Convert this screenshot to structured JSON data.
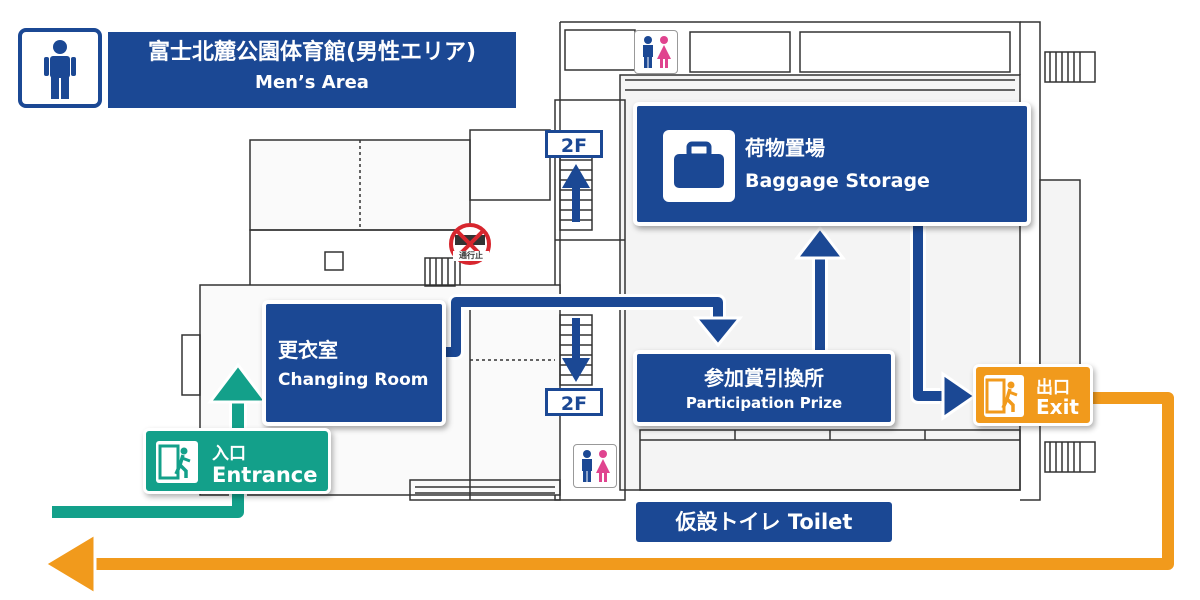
{
  "header": {
    "title_ja": "富士北麓公園体育館(男性エリア)",
    "title_en": "Men’s Area",
    "icon": "man-icon"
  },
  "areas": {
    "baggage": {
      "ja": "荷物置場",
      "en": "Baggage Storage",
      "icon": "suitcase-icon"
    },
    "changing": {
      "ja": "更衣室",
      "en": "Changing Room"
    },
    "prize": {
      "ja": "参加賞引換所",
      "en": "Participation Prize"
    },
    "entrance": {
      "ja": "入口",
      "en": "Entrance",
      "icon": "door-enter-icon"
    },
    "exit": {
      "ja": "出口",
      "en": "Exit",
      "icon": "door-exit-icon"
    },
    "toilet": {
      "text": "仮設トイレ Toilet"
    }
  },
  "floor_tags": {
    "upper": "2F",
    "lower": "2F"
  },
  "no_entry_sign": {
    "text": "通行止",
    "icon": "no-entry-icon"
  },
  "restroom_icons": [
    "restroom-icon",
    "restroom-icon"
  ],
  "colors": {
    "blue": "#1b4894",
    "teal": "#13a08a",
    "orange": "#f19a1c",
    "floor_line": "#333333",
    "man": "#1b4894",
    "woman": "#e0448f",
    "no_entry": "#d7262e"
  }
}
